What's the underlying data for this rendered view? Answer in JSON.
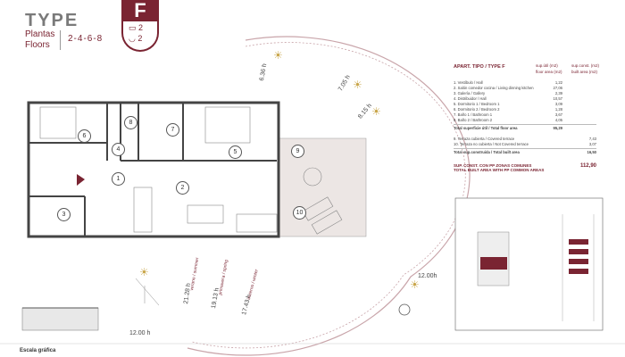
{
  "header": {
    "type_top": "",
    "type_label": "TYPE",
    "floors_es": "Plantas",
    "floors_en": "Floors",
    "floors_numbers": "2-4-6-8",
    "badge_letter": "F",
    "bedrooms": "2",
    "bathrooms": "2"
  },
  "table": {
    "title": "APART. TIPO / TYPE F",
    "col1_es": "sup.útil (m2)",
    "col1_en": "floor area (m2)",
    "col2_es": "sup.const. (m2)",
    "col2_en": "built area (m2)",
    "rows": [
      {
        "label": "1. Vestíbulo / Hall",
        "value": "1,22"
      },
      {
        "label": "2. Salón comedor cocina / Living dinning kitchen",
        "value": "27,06"
      },
      {
        "label": "3. Galería / Gallery",
        "value": "2,39"
      },
      {
        "label": "4. Distribuidor / Hall",
        "value": "10,57"
      },
      {
        "label": "5. Dormitorio 1 / Bedroom 1",
        "value": "3,09"
      },
      {
        "label": "6. Dormitorio 2 / Bedroom 2",
        "value": "1,28"
      },
      {
        "label": "7. Baño 1 / Bathroom 1",
        "value": "3,67"
      },
      {
        "label": "8. Baño 2 / Bathroom 2",
        "value": "4,05"
      }
    ],
    "total_floor_label": "Total superficie útil / Total floor area",
    "total_floor_value": "95,29",
    "rows2": [
      {
        "label": "9. Terraza cubierta / Covered terrace",
        "value": "7,43"
      },
      {
        "label": "10. Terraza no cubierta / Not Covered terrace",
        "value": "3,07"
      }
    ],
    "total_built_label": "Total sup.construida / Total built area",
    "total_built_value": "16,50",
    "common_es": "SUP. CONST. CON PP ZONAS COMUNES",
    "common_en": "TOTAL BUILT AREA WITH PP COMMON AREAS",
    "common_value": "112,90"
  },
  "sun_times": {
    "t1": "6.36 h",
    "t2": "7.05 h",
    "t3": "8.15 h",
    "t4": "12.00h",
    "t5": "17.43 h",
    "t6": "19.13 h",
    "t7": "21.28 h",
    "t8": "12.00 h"
  },
  "seasons": {
    "summer": "verano / summer",
    "spring": "primavera / spring",
    "winter": "invierno / winter"
  },
  "rooms": [
    "1",
    "2",
    "3",
    "4",
    "5",
    "6",
    "7",
    "8",
    "9",
    "10"
  ],
  "footer": {
    "scale": "Escala gráfica"
  },
  "colors": {
    "accent": "#7a2432",
    "terrace": "#ece6e4"
  }
}
